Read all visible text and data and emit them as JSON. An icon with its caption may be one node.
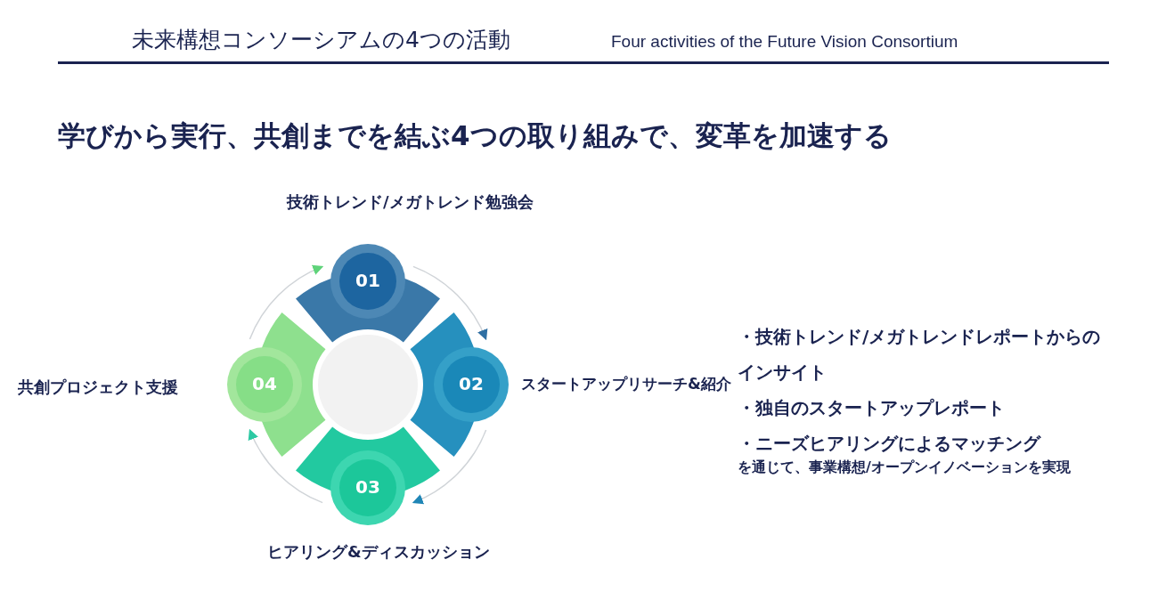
{
  "diagram": {
    "title": "未来構想コンソーシアムの4つの活動",
    "nodes": [
      {
        "text": [
          "01"
        ],
        "beside": [
          "技術トレンド/メガトレンド勉強会"
        ]
      },
      {
        "text": [
          "02"
        ],
        "beside": [
          "スタートアップリサーチ&紹介"
        ]
      },
      {
        "text": [
          "03"
        ],
        "beside": [
          "ヒアリング&ディスカッション"
        ]
      },
      {
        "text": [
          "04"
        ],
        "beside": [
          "共創プロジェクト支援"
        ]
      },
      {
        "text": [],
        "shape": "circle"
      }
    ],
    "edges": [
      {
        "from": 0,
        "to": 1,
        "arrow": "to"
      },
      {
        "from": 1,
        "to": 2,
        "arrow": "to"
      },
      {
        "from": 2,
        "to": 3,
        "arrow": "to"
      },
      {
        "from": 3,
        "to": 0,
        "arrow": "to"
      }
    ],
    "labels": [
      "Four activities of the Future Vision Consortium",
      "学びから実行、共創までを結ぶ4つの取り組みで、変革を加速する",
      "・技術トレンド/メガトレンドレポートからのインサイト",
      "・独自のスタートアップレポート",
      "・ニーズヒアリングによるマッチング",
      "を通じて、事業構想/オープンイノベーションを実現"
    ]
  }
}
